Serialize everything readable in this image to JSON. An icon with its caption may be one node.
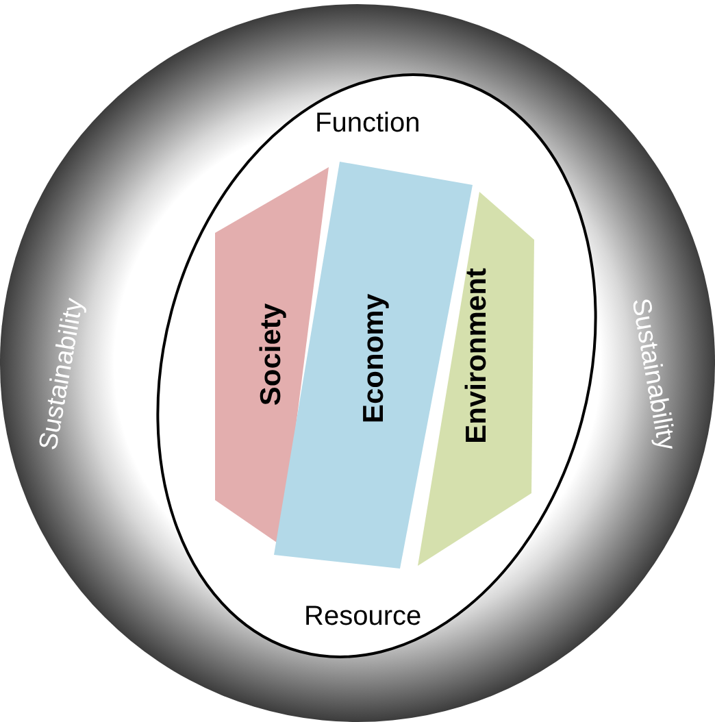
{
  "diagram": {
    "nodes": [
      {
        "text": [
          "Sustainability",
          "Sustainability"
        ]
      },
      {
        "text": [
          "Function",
          "Resource"
        ],
        "in": 0
      },
      {
        "text": [
          "Society"
        ],
        "in": 1
      },
      {
        "text": [
          "Economy"
        ],
        "in": 1
      },
      {
        "text": [
          "Environment"
        ],
        "in": 1
      }
    ]
  }
}
